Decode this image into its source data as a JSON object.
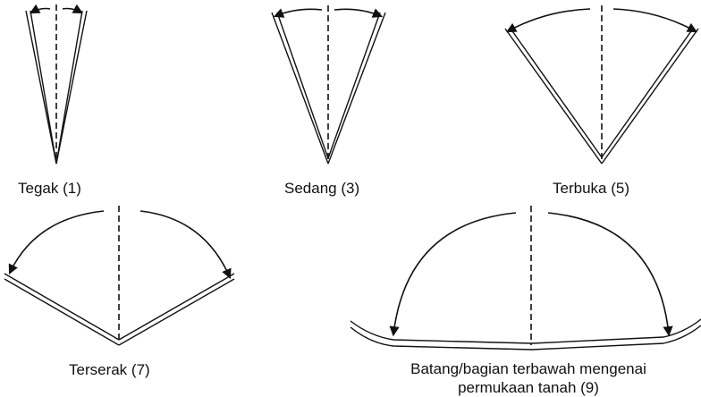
{
  "figures": [
    {
      "id": "tegak",
      "label": "Tegak (1)"
    },
    {
      "id": "sedang",
      "label": "Sedang (3)"
    },
    {
      "id": "terbuka",
      "label": "Terbuka (5)"
    },
    {
      "id": "terserak",
      "label": "Terserak (7)"
    },
    {
      "id": "batang",
      "label_line1": "Batang/bagian terbawah mengenai",
      "label_line2": "permukaan tanah (9)"
    }
  ]
}
